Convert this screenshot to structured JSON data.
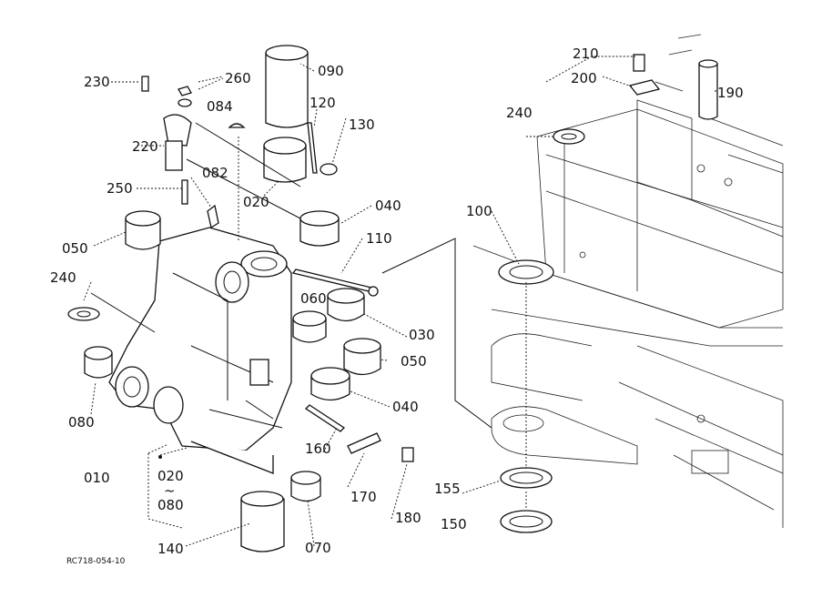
{
  "diagram": {
    "code": "RC718-054-10",
    "labels": {
      "p230": "230",
      "p260": "260",
      "p090": "090",
      "p120": "120",
      "p130": "130",
      "p084": "084",
      "p220": "220",
      "p082": "082",
      "p020": "020",
      "p250": "250",
      "p040a": "040",
      "p050a": "050",
      "p110": "110",
      "p240a": "240",
      "p060": "060",
      "p030": "030",
      "p050b": "050",
      "p080": "080",
      "p040b": "040",
      "p160": "160",
      "p010": "010",
      "p010_from": "020",
      "p010_tilde": "~",
      "p010_to": "080",
      "p170": "170",
      "p180": "180",
      "p140": "140",
      "p070": "070",
      "p210": "210",
      "p200": "200",
      "p190": "190",
      "p240b": "240",
      "p100": "100",
      "p155": "155",
      "p150": "150"
    }
  }
}
